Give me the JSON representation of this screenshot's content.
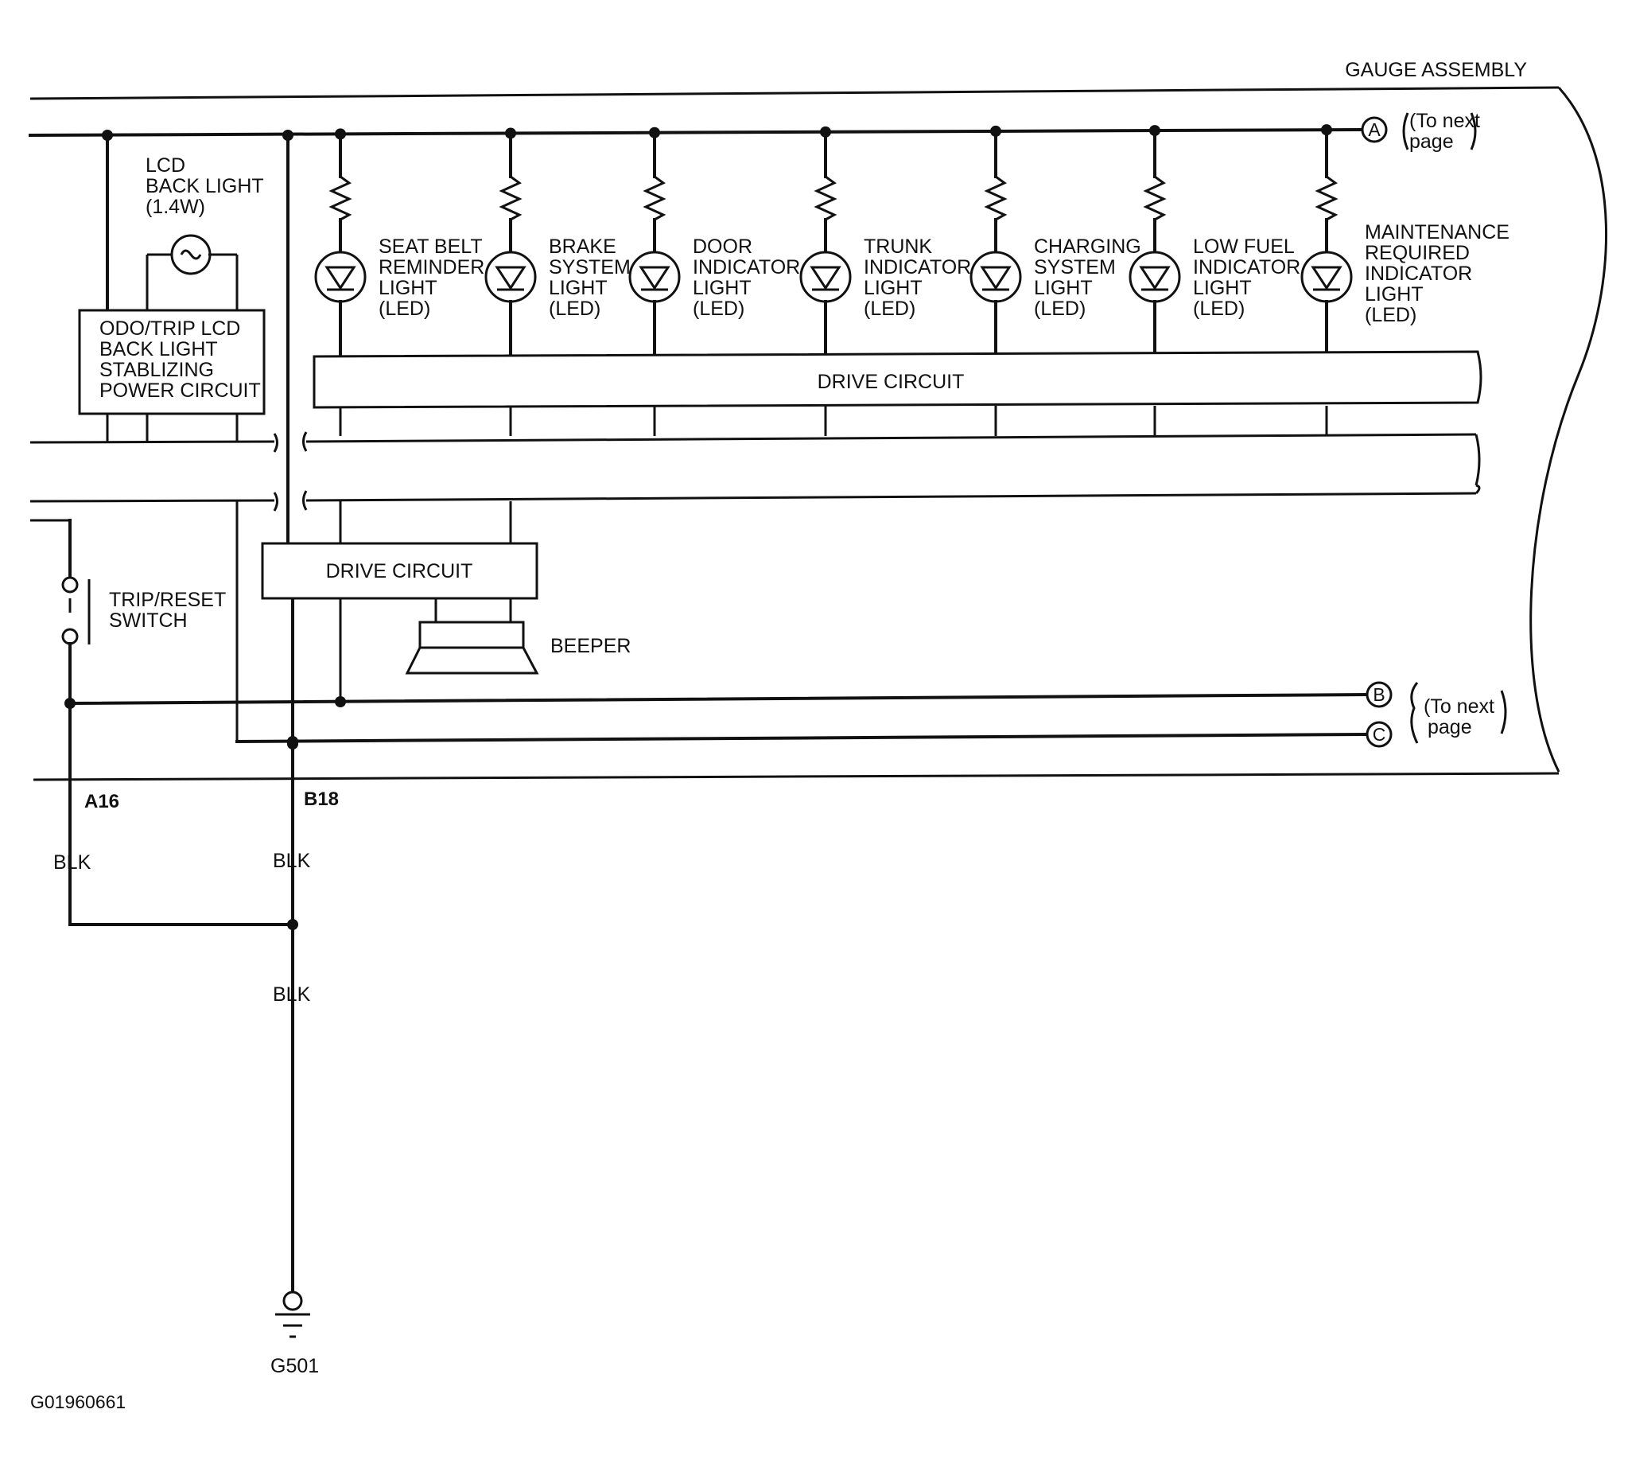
{
  "gauge_assembly": "GAUGE ASSEMBLY",
  "lcd_back_light": [
    "LCD",
    "BACK LIGHT",
    "(1.4W)"
  ],
  "odo_trip_circuit": [
    "ODO/TRIP LCD",
    "BACK LIGHT",
    "STABLIZING",
    "POWER CIRCUIT"
  ],
  "indicator_lights": [
    {
      "lines": [
        "SEAT BELT",
        "REMINDER",
        "LIGHT",
        "(LED)"
      ]
    },
    {
      "lines": [
        "BRAKE",
        "SYSTEM",
        "LIGHT",
        "(LED)"
      ]
    },
    {
      "lines": [
        "DOOR",
        "INDICATOR",
        "LIGHT",
        "(LED)"
      ]
    },
    {
      "lines": [
        "TRUNK",
        "INDICATOR",
        "LIGHT",
        "(LED)"
      ]
    },
    {
      "lines": [
        "CHARGING",
        "SYSTEM",
        "LIGHT",
        "(LED)"
      ]
    },
    {
      "lines": [
        "LOW FUEL",
        "INDICATOR",
        "LIGHT",
        "(LED)"
      ]
    },
    {
      "lines": [
        "MAINTENANCE",
        "REQUIRED",
        "INDICATOR",
        "LIGHT",
        "(LED)"
      ]
    }
  ],
  "drive_circuit_main": "DRIVE CIRCUIT",
  "drive_circuit_beeper": "DRIVE CIRCUIT",
  "beeper": "BEEPER",
  "trip_reset_switch": [
    "TRIP/RESET",
    "SWITCH"
  ],
  "connectors": {
    "a": {
      "letter": "A",
      "note": [
        "(To next",
        "page"
      ]
    },
    "b": {
      "letter": "B"
    },
    "c": {
      "letter": "C"
    },
    "bc_note": [
      "(To next",
      "page"
    ]
  },
  "terminals": {
    "left": "A16",
    "right": "B18"
  },
  "wire_colors": {
    "left": "BLK",
    "right": "BLK",
    "lower": "BLK"
  },
  "ground": "G501",
  "figure_id": "G01960661"
}
